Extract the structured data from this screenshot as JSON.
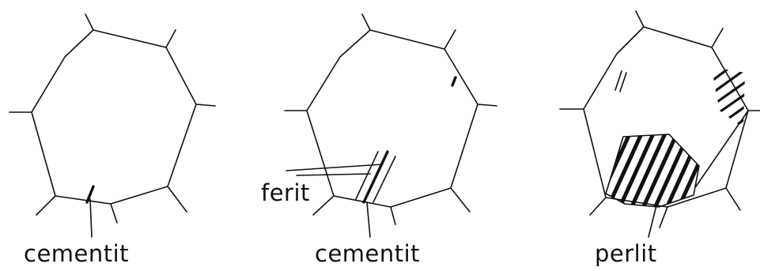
{
  "panels": [
    {
      "label": "cementit"
    },
    {
      "label": "ferit",
      "label2": "cementit"
    },
    {
      "label": "perlit"
    }
  ],
  "colors": {
    "ink": "#111111",
    "background": "#ffffff"
  }
}
